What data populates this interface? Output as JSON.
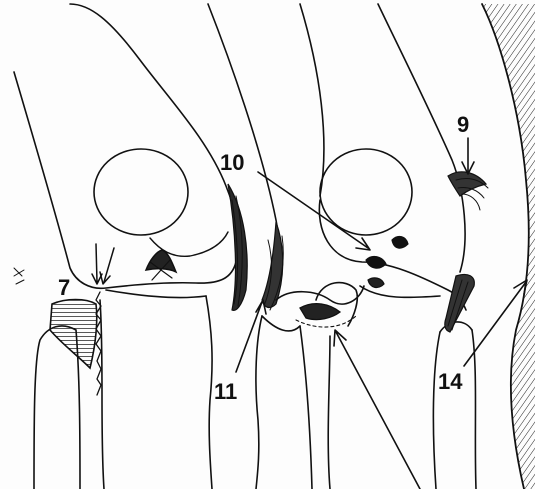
{
  "labels": {
    "l7": "7",
    "l9": "9",
    "l10": "10",
    "l11": "11",
    "l14": "14"
  },
  "colors": {
    "ink": "#111111",
    "paper": "#fdfdfd"
  }
}
